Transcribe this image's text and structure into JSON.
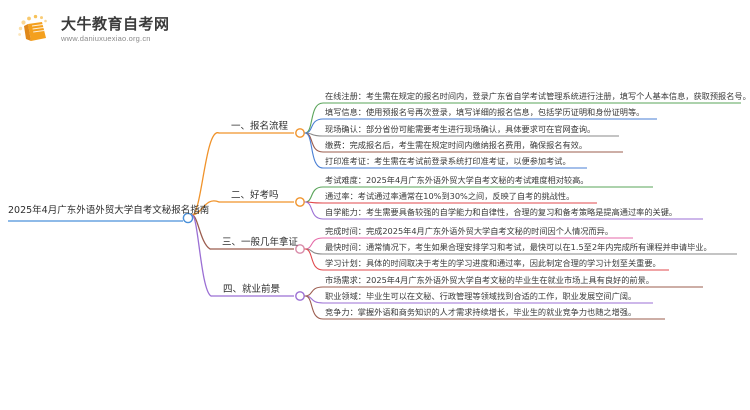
{
  "logo": {
    "title": "大牛教育自考网",
    "url": "www.daniuxuexiao.org.cn",
    "mark_icon": "book-icon",
    "brand_color": "#f5a623"
  },
  "mindmap": {
    "root": {
      "label": "2025年4月广东外语外贸大学自考文秘报名指南",
      "color": "#4a90d9"
    },
    "branches": [
      {
        "label": "一、报名流程",
        "color": "#f0932b",
        "node_color": "#f0932b",
        "children": [
          {
            "text": "在线注册：考生需在规定的报名时间内，登录广东省自学考试管理系统进行注册，填写个人基本信息，获取预报名号。",
            "color": "#5aa45a"
          },
          {
            "text": "填写信息：使用预报名号再次登录，填写详细的报名信息，包括学历证明和身份证明等。",
            "color": "#4a7fd4"
          },
          {
            "text": "现场确认：部分省份可能需要考生进行现场确认，具体要求可在官网查询。",
            "color": "#8a8a8a"
          },
          {
            "text": "缴费：完成报名后，考生需在规定时间内缴纳报名费用，确保报名有效。",
            "color": "#9b5c4e"
          },
          {
            "text": "打印准考证：考生需在考试前登录系统打印准考证，以便参加考试。",
            "color": "#4a7fd4"
          }
        ]
      },
      {
        "label": "二、好考吗",
        "color": "#f0932b",
        "node_color": "#f0932b",
        "children": [
          {
            "text": "考试难度：2025年4月广东外语外贸大学自考文秘的考试难度相对较高。",
            "color": "#5aa45a"
          },
          {
            "text": "通过率：考试通过率通常在10%到30%之间，反映了自考的挑战性。",
            "color": "#e0484c"
          },
          {
            "text": "自学能力：考生需要具备较强的自学能力和自律性，合理的复习和备考策略是提高通过率的关键。",
            "color": "#9b6fd4"
          }
        ]
      },
      {
        "label": "三、一般几年拿证",
        "color": "#9b5c4e",
        "node_color": "#d98aa8",
        "children": [
          {
            "text": "完成时间：完成2025年4月广东外语外贸大学自考文秘的时间因个人情况而异。",
            "color": "#e56aa8"
          },
          {
            "text": "最快时间：通常情况下，考生如果合理安排学习和考试，最快可以在1.5至2年内完成所有课程并申请毕业。",
            "color": "#8a8a8a"
          },
          {
            "text": "学习计划：具体的时间取决于考生的学习进度和通过率，因此制定合理的学习计划至关重要。",
            "color": "#e0484c"
          }
        ]
      },
      {
        "label": "四、就业前景",
        "color": "#9b6fd4",
        "node_color": "#9b6fd4",
        "children": [
          {
            "text": "市场需求：2025年4月广东外语外贸大学自考文秘的毕业生在就业市场上具有良好的前景。",
            "color": "#9b5c4e"
          },
          {
            "text": "职业领域：毕业生可以在文秘、行政管理等领域找到合适的工作，职业发展空间广阔。",
            "color": "#9b6fd4"
          },
          {
            "text": "竞争力：掌握外语和商务知识的人才需求持续增长，毕业生的就业竞争力也随之增强。",
            "color": "#9b5c4e"
          }
        ]
      }
    ]
  }
}
